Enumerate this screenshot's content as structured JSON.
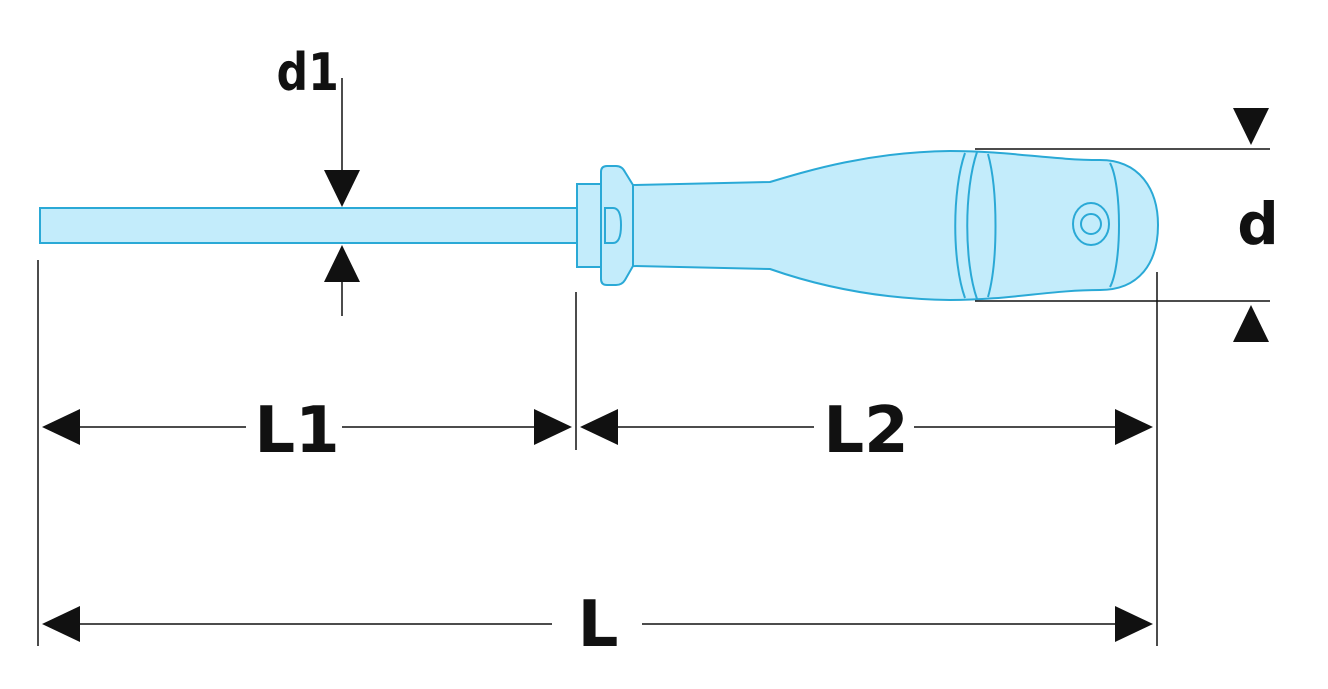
{
  "labels": {
    "d1": "d1",
    "d": "d",
    "L1": "L1",
    "L2": "L2",
    "L": "L"
  },
  "colors": {
    "body_fill": "#c3ecfb",
    "outline": "#2aa9d6",
    "ink": "#111111"
  }
}
